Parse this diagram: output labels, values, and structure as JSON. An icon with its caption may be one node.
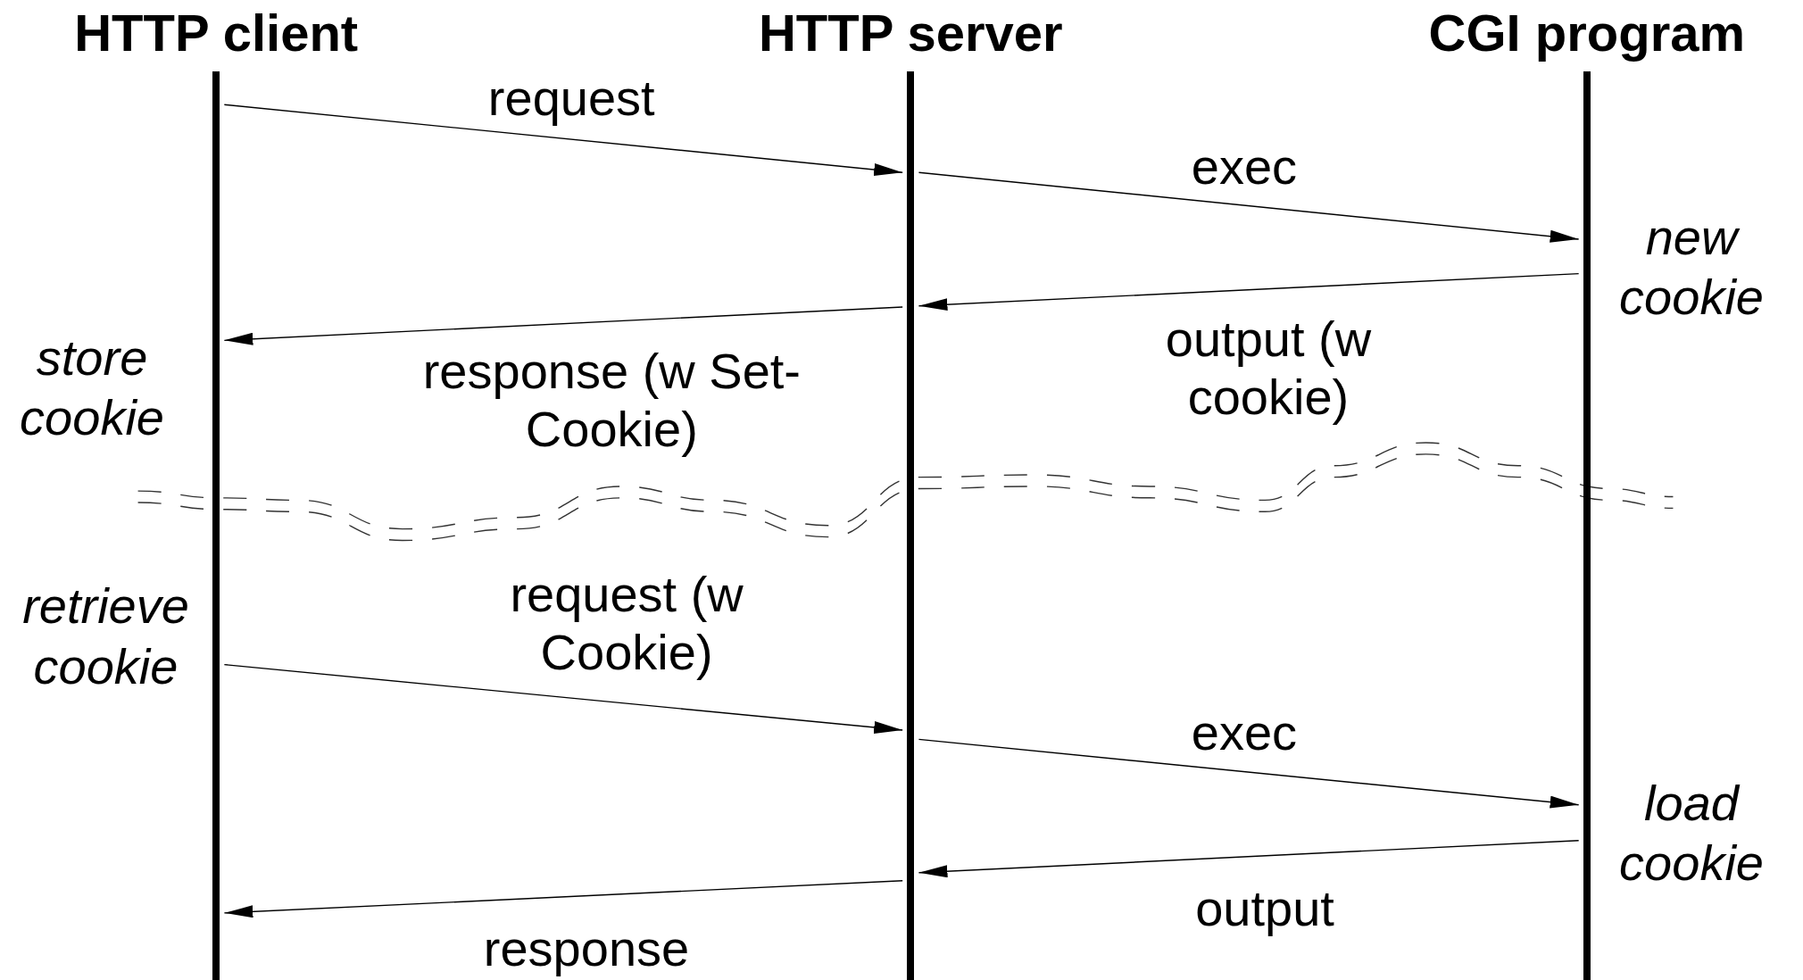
{
  "diagram": {
    "nodes": [
      {
        "text": [
          "HTTP client"
        ]
      },
      {
        "text": [
          "HTTP server"
        ]
      },
      {
        "text": [
          "CGI program"
        ]
      }
    ],
    "edges": [
      {
        "from": 0,
        "to": 1,
        "arrow": "to",
        "label": "request"
      },
      {
        "from": 1,
        "to": 2,
        "arrow": "to",
        "label": "exec"
      },
      {
        "from": 2,
        "to": 1,
        "arrow": "to",
        "label": "output (w cookie)"
      },
      {
        "from": 1,
        "to": 0,
        "arrow": "to",
        "label": "response (w Set-Cookie)"
      },
      {
        "from": 0,
        "to": 1,
        "arrow": "to",
        "label": "request (w Cookie)"
      },
      {
        "from": 1,
        "to": 2,
        "arrow": "to",
        "label": "exec"
      },
      {
        "from": 2,
        "to": 1,
        "arrow": "to",
        "label": "output"
      },
      {
        "from": 1,
        "to": 0,
        "arrow": "to",
        "label": "response"
      }
    ],
    "labels": [
      "new cookie",
      "store cookie",
      "retrieve cookie",
      "load cookie"
    ]
  }
}
